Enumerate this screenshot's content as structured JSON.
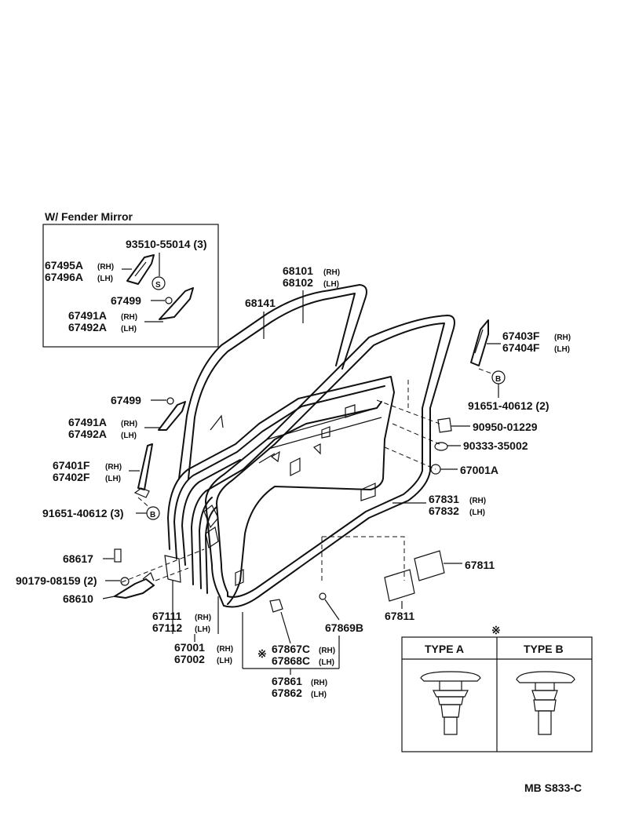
{
  "inset": {
    "title": "W/ Fender Mirror",
    "screw_part": "93510-55014 (3)",
    "screw_badge": "S",
    "mirror_base_rh": "67495A",
    "mirror_base_lh": "67496A",
    "clip_part": "67499",
    "cover_rh": "67491A",
    "cover_lh": "67492A"
  },
  "parts": {
    "p68101": "68101",
    "p68102": "68102",
    "p68141": "68141",
    "p67403F": "67403F",
    "p67404F": "67404F",
    "p91651_r": "91651-40612 (2)",
    "badge_b": "B",
    "p90950": "90950-01229",
    "p90333": "90333-35002",
    "p67001A": "67001A",
    "p67499": "67499",
    "p67491A": "67491A",
    "p67492A": "67492A",
    "p67401F": "67401F",
    "p67402F": "67402F",
    "p91651_l": "91651-40612 (3)",
    "p67831": "67831",
    "p67832": "67832",
    "p68617": "68617",
    "p90179": "90179-08159 (2)",
    "p68610": "68610",
    "p67811_a": "67811",
    "p67811_b": "67811",
    "p67111": "67111",
    "p67112": "67112",
    "p67001": "67001",
    "p67002": "67002",
    "p67867C": "67867C",
    "p67868C": "67868C",
    "p67861": "67861",
    "p67862": "67862",
    "p67869B": "67869B"
  },
  "side": {
    "rh": "(RH)",
    "lh": "(LH)"
  },
  "note_mark": "※",
  "type_table": {
    "col_a": "TYPE A",
    "col_b": "TYPE B"
  },
  "footer": {
    "code": "MB  S833-C"
  }
}
